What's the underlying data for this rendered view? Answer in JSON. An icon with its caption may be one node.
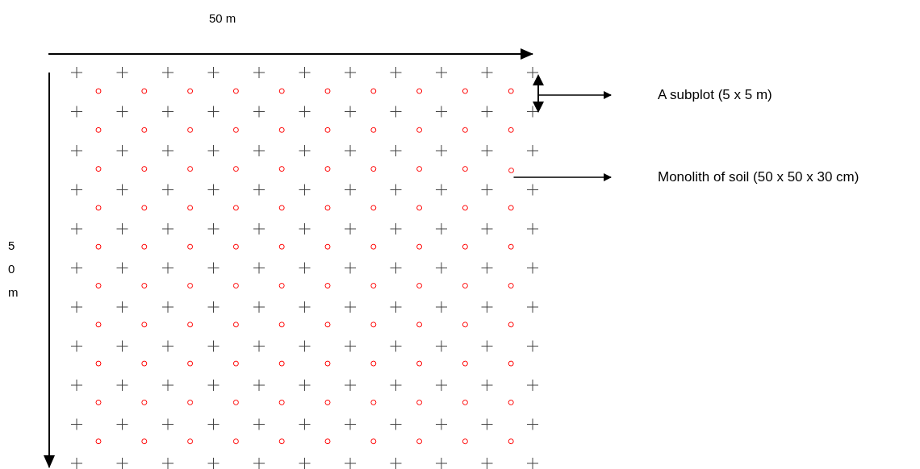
{
  "diagram": {
    "nodes": [
      {
        "text": [
          "A subplot (5 x 5 m)"
        ]
      },
      {
        "text": [
          "Monolith of soil (50 x 50 x 30 cm)"
        ]
      },
      {
        "text": [],
        "shape": "circle"
      },
      {
        "text": [],
        "shape": "arrow"
      }
    ],
    "edges": [
      {
        "from": 3,
        "to": 0,
        "arrow": "to"
      },
      {
        "from": 2,
        "to": 1,
        "arrow": "to"
      }
    ],
    "labels": [
      "50 m",
      "50 m"
    ]
  }
}
